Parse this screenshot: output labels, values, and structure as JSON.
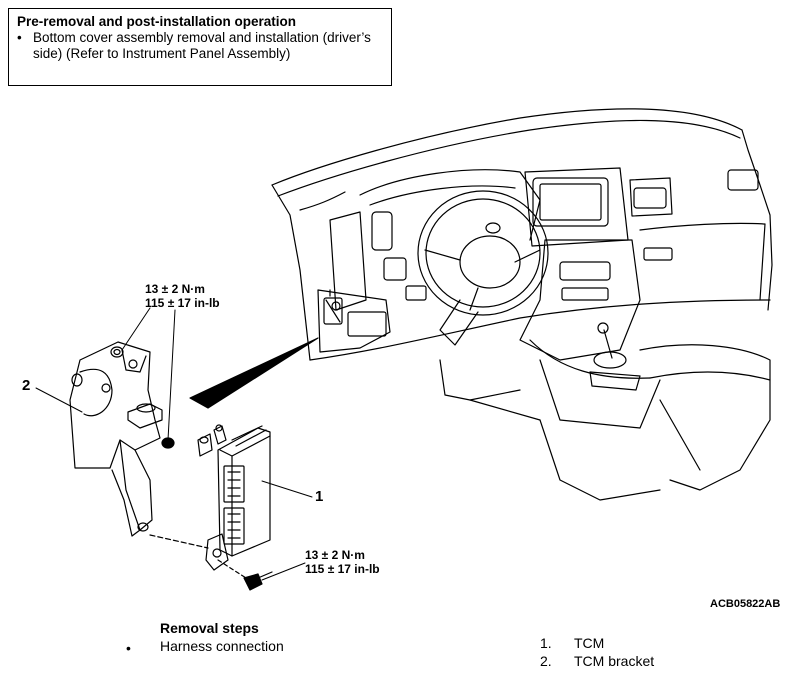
{
  "note": {
    "title": "Pre-removal and post-installation operation",
    "bullet": "•",
    "text": "Bottom cover assembly removal and installation (driver’s side) (Refer to Instrument Panel Assembly)"
  },
  "torque_upper": {
    "line1": "13 ± 2 N·m",
    "line2": "115 ± 17 in-lb"
  },
  "torque_lower": {
    "line1": "13 ± 2 N·m",
    "line2": "115 ± 17 in-lb"
  },
  "callouts": {
    "one": "1",
    "two": "2"
  },
  "figure_code": "ACB05822AB",
  "removal": {
    "title": "Removal steps",
    "bullet": "•",
    "item": "Harness connection"
  },
  "legend": [
    {
      "num": "1.",
      "label": "TCM"
    },
    {
      "num": "2.",
      "label": "TCM bracket"
    }
  ]
}
